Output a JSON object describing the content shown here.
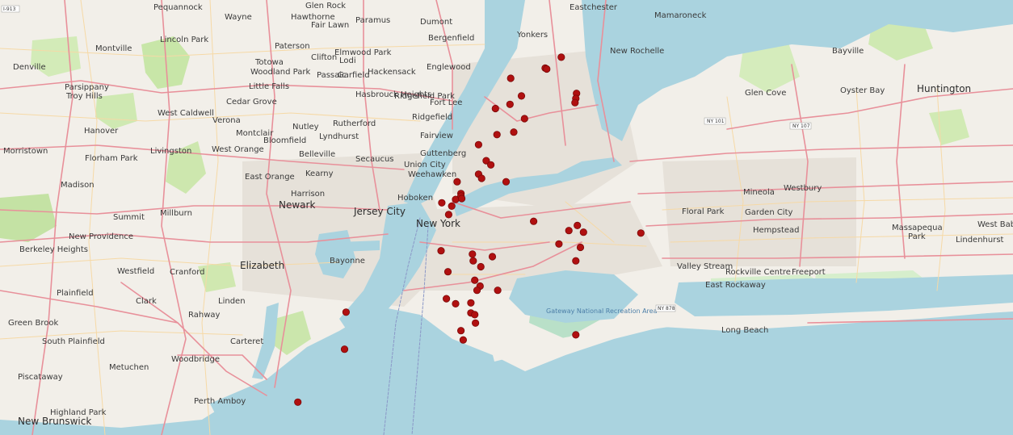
{
  "labels": {
    "paterson": "Paterson",
    "yonkers": "Yonkers",
    "new_rochelle": "New Rochelle",
    "eastchester": "Eastchester",
    "mamaroneck": "Mamaroneck",
    "hackensack": "Hackensack",
    "englewood": "Englewood",
    "bergenfield": "Bergenfield",
    "fort_lee": "Fort Lee",
    "ridgefield": "Ridgefield",
    "fairview": "Fairview",
    "guttenberg": "Guttenberg",
    "union_city": "Union City",
    "weehawken": "Weehawken",
    "hoboken": "Hoboken",
    "jersey_city": "Jersey City",
    "new_york": "New York",
    "newark": "Newark",
    "east_orange": "East Orange",
    "kearny": "Kearny",
    "harrison": "Harrison",
    "elizabeth": "Elizabeth",
    "bayonne": "Bayonne",
    "linden": "Linden",
    "rahway": "Rahway",
    "carteret": "Carteret",
    "woodbridge": "Woodbridge",
    "perth_amboy": "Perth Amboy",
    "new_brunswick": "New Brunswick",
    "highland_park": "Highland Park",
    "piscataway": "Piscataway",
    "metuchen": "Metuchen",
    "south_plainfield": "South Plainfield",
    "green_brook": "Green Brook",
    "plainfield": "Plainfield",
    "westfield": "Westfield",
    "cranford": "Cranford",
    "clark": "Clark",
    "summit": "Summit",
    "new_providence": "New Providence",
    "berkeley_heights": "Berkeley Heights",
    "madison": "Madison",
    "florham_park": "Florham Park",
    "morristown": "Morristown",
    "millburn": "Millburn",
    "livingston": "Livingston",
    "west_orange": "West Orange",
    "montclair": "Montclair",
    "verona": "Verona",
    "bloomfield": "Bloomfield",
    "belleville": "Belleville",
    "nutley": "Nutley",
    "lyndhurst": "Lyndhurst",
    "rutherford": "Rutherford",
    "secaucus": "Secaucus",
    "west_caldwell": "West Caldwell",
    "cedar_grove": "Cedar Grove",
    "little_falls": "Little Falls",
    "lincoln_park": "Lincoln Park",
    "montville": "Montville",
    "denville": "Denville",
    "parsippany": "Parsippany",
    "troy_hills": "Troy Hills",
    "hanover": "Hanover",
    "wayne": "Wayne",
    "hawthorne": "Hawthorne",
    "fair_lawn": "Fair Lawn",
    "glen_rock": "Glen Rock",
    "pequannock": "Pequannock",
    "paramus": "Paramus",
    "dumont": "Dumont",
    "clifton": "Clifton",
    "passaic": "Passaic",
    "garfield": "Garfield",
    "lodi": "Lodi",
    "hasbrouck_heights": "Hasbrouck Heights",
    "ridgefield_park": "Ridgefield Park",
    "elmwood_park": "Elmwood Park",
    "totowa": "Totowa",
    "woodland_park": "Woodland Park",
    "mineola": "Mineola",
    "garden_city": "Garden City",
    "hempstead": "Hempstead",
    "westbury": "Westbury",
    "floral_park": "Floral Park",
    "valley_stream": "Valley Stream",
    "rockville_centre": "Rockville Centre",
    "freeport": "Freeport",
    "east_rockaway": "East Rockaway",
    "long_beach": "Long Beach",
    "massapequa": "Massapequa",
    "massapequa_park": "Park",
    "lindenhurst": "Lindenhurst",
    "west_babylon": "West Bab",
    "bayville": "Bayville",
    "oyster_bay": "Oyster Bay",
    "glen_cove": "Glen Cove",
    "huntington": "Huntington",
    "jamaica_bay": "Gateway National Recreation Area",
    "route_107": "NY 107",
    "route_101": "NY 101",
    "route_878": "NY 878",
    "route_913": "I-913"
  },
  "markers": [
    {
      "lat": 40.912,
      "lon": -73.842
    },
    {
      "lat": 40.899,
      "lon": -73.863
    },
    {
      "lat": 40.898,
      "lon": -73.861
    },
    {
      "lat": 40.887,
      "lon": -73.908
    },
    {
      "lat": 40.866,
      "lon": -73.894
    },
    {
      "lat": 40.869,
      "lon": -73.822
    },
    {
      "lat": 40.863,
      "lon": -73.823
    },
    {
      "lat": 40.858,
      "lon": -73.824
    },
    {
      "lat": 40.856,
      "lon": -73.909
    },
    {
      "lat": 40.851,
      "lon": -73.928
    },
    {
      "lat": 40.839,
      "lon": -73.89
    },
    {
      "lat": 40.823,
      "lon": -73.904
    },
    {
      "lat": 40.82,
      "lon": -73.926
    },
    {
      "lat": 40.808,
      "lon": -73.95
    },
    {
      "lat": 40.789,
      "lon": -73.94
    },
    {
      "lat": 40.784,
      "lon": -73.934
    },
    {
      "lat": 40.773,
      "lon": -73.95
    },
    {
      "lat": 40.768,
      "lon": -73.946
    },
    {
      "lat": 40.764,
      "lon": -73.978
    },
    {
      "lat": 40.764,
      "lon": -73.914
    },
    {
      "lat": 40.739,
      "lon": -73.998
    },
    {
      "lat": 40.75,
      "lon": -73.973
    },
    {
      "lat": 40.743,
      "lon": -73.98
    },
    {
      "lat": 40.747,
      "lon": -73.973
    },
    {
      "lat": 40.744,
      "lon": -73.972
    },
    {
      "lat": 40.735,
      "lon": -73.985
    },
    {
      "lat": 40.725,
      "lon": -73.989
    },
    {
      "lat": 40.717,
      "lon": -73.878
    },
    {
      "lat": 40.712,
      "lon": -73.821
    },
    {
      "lat": 40.706,
      "lon": -73.832
    },
    {
      "lat": 40.704,
      "lon": -73.813
    },
    {
      "lat": 40.703,
      "lon": -73.738
    },
    {
      "lat": 40.69,
      "lon": -73.845
    },
    {
      "lat": 40.686,
      "lon": -73.817
    },
    {
      "lat": 40.67,
      "lon": -73.823
    },
    {
      "lat": 40.682,
      "lon": -73.999
    },
    {
      "lat": 40.678,
      "lon": -73.958
    },
    {
      "lat": 40.675,
      "lon": -73.932
    },
    {
      "lat": 40.67,
      "lon": -73.957
    },
    {
      "lat": 40.663,
      "lon": -73.947
    },
    {
      "lat": 40.657,
      "lon": -73.99
    },
    {
      "lat": 40.647,
      "lon": -73.955
    },
    {
      "lat": 40.64,
      "lon": -73.948
    },
    {
      "lat": 40.635,
      "lon": -73.952
    },
    {
      "lat": 40.635,
      "lon": -73.925
    },
    {
      "lat": 40.625,
      "lon": -73.992
    },
    {
      "lat": 40.619,
      "lon": -73.98
    },
    {
      "lat": 40.608,
      "lon": -73.96
    },
    {
      "lat": 40.606,
      "lon": -73.955
    },
    {
      "lat": 40.596,
      "lon": -73.954
    },
    {
      "lat": 40.587,
      "lon": -73.973
    },
    {
      "lat": 40.576,
      "lon": -73.97
    },
    {
      "lat": 40.609,
      "lon": -74.123
    },
    {
      "lat": 40.565,
      "lon": -74.125
    },
    {
      "lat": 40.582,
      "lon": -73.823
    },
    {
      "lat": 40.62,
      "lon": -73.96
    },
    {
      "lat": 40.502,
      "lon": -74.186
    }
  ],
  "colors": {
    "land": "#f2efe9",
    "water": "#aad3df",
    "park": "#c8e6a8",
    "road_major": "#e8909a",
    "road_minor": "#f6d9a6",
    "urban": "#e2ddd5",
    "marker_fill": "#b01010",
    "marker_stroke": "#7a0a0a"
  }
}
